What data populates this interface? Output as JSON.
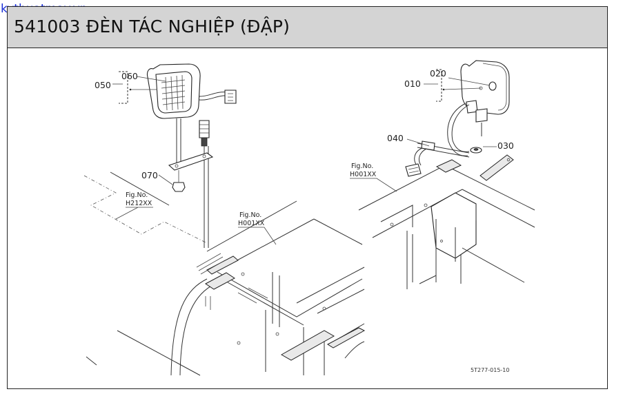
{
  "watermark": "kythuatmay.vn",
  "header": {
    "title": "541003 ĐÈN TÁC NGHIỆP (ĐẬP)"
  },
  "callouts": {
    "p050": "050",
    "p060": "060",
    "p070": "070",
    "p010": "010",
    "p020": "020",
    "p030": "030",
    "p040": "040"
  },
  "figure_refs": {
    "left_h212": {
      "line1": "Fig.No.",
      "line2": "H212XX"
    },
    "left_h001": {
      "line1": "Fig.No.",
      "line2": "H001XX"
    },
    "right_h001": {
      "line1": "Fig.No.",
      "line2": "H001XX"
    }
  },
  "drawing_code": "5T277-015-10"
}
